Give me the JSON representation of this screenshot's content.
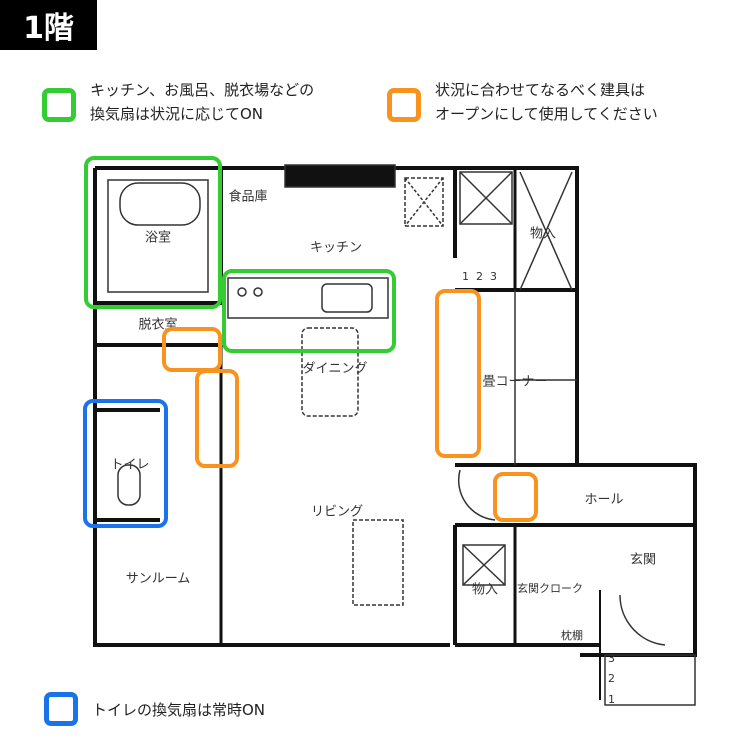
{
  "title": "1階",
  "legend": {
    "green": {
      "line1": "キッチン、お風呂、脱衣場などの",
      "line2": "換気扇は状況に応じてON",
      "color": "#33cc33"
    },
    "orange": {
      "line1": "状況に合わせてなるべく建具は",
      "line2": "オープンにして使用してください",
      "color": "#f7931e"
    },
    "blue": {
      "line1": "トイレの換気扇は常時ON",
      "color": "#1a73e8"
    }
  },
  "rooms": {
    "bath": "浴室",
    "pantry": "食品庫",
    "kitchen": "キッチン",
    "dressing": "脱衣室",
    "dining": "ダイニング",
    "tatami": "畳コーナー",
    "storage1": "物入",
    "toilet": "トイレ",
    "living": "リビング",
    "sunroom": "サンルーム",
    "hall": "ホール",
    "entrance": "玄関",
    "storage2": "物入",
    "cloak": "玄関クローク",
    "shelf": "枕棚"
  },
  "stairs": [
    "1",
    "2",
    "3"
  ],
  "entry_steps": [
    "1",
    "2",
    "3"
  ]
}
